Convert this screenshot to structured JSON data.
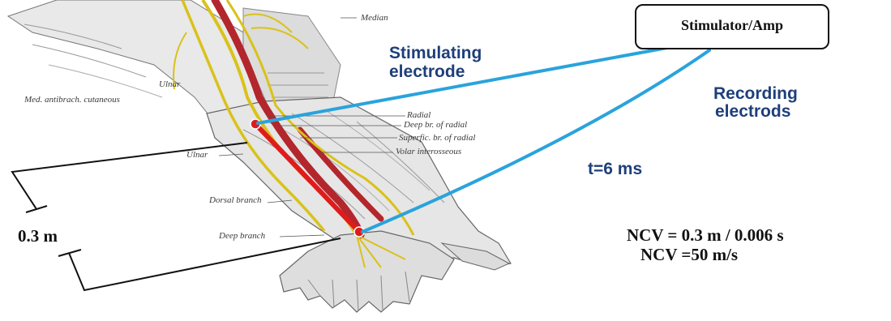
{
  "device": {
    "label": "Stimulator/Amp"
  },
  "labels": {
    "stimulating_1": "Stimulating",
    "stimulating_2": "electrode",
    "recording_1": "Recording",
    "recording_2": "electrods",
    "time": "t=6 ms",
    "distance": "0.3 m",
    "ncv_formula": "NCV = 0.3 m / 0.006 s",
    "ncv_result": "NCV =50 m/s"
  },
  "anatomy_labels": {
    "median": "Median",
    "ulnar_top": "Ulnar",
    "med_antibrach": "Med. antibrach. cutaneous",
    "radial": "Radial",
    "deep_br_radial": "Deep br. of radial",
    "superfic_br_radial": "Superfic. br. of radial",
    "volar_interosseous": "Volar interosseous",
    "ulnar_mid": "Ulnar",
    "dorsal_branch": "Dorsal branch",
    "deep_branch": "Deep branch"
  },
  "colors": {
    "electrode_wire": "#2aa3dc",
    "nerve_segment": "#e01b1b",
    "nerve": "#d9c21a",
    "artery": "#b3262c",
    "measure_bracket": "#111111"
  }
}
